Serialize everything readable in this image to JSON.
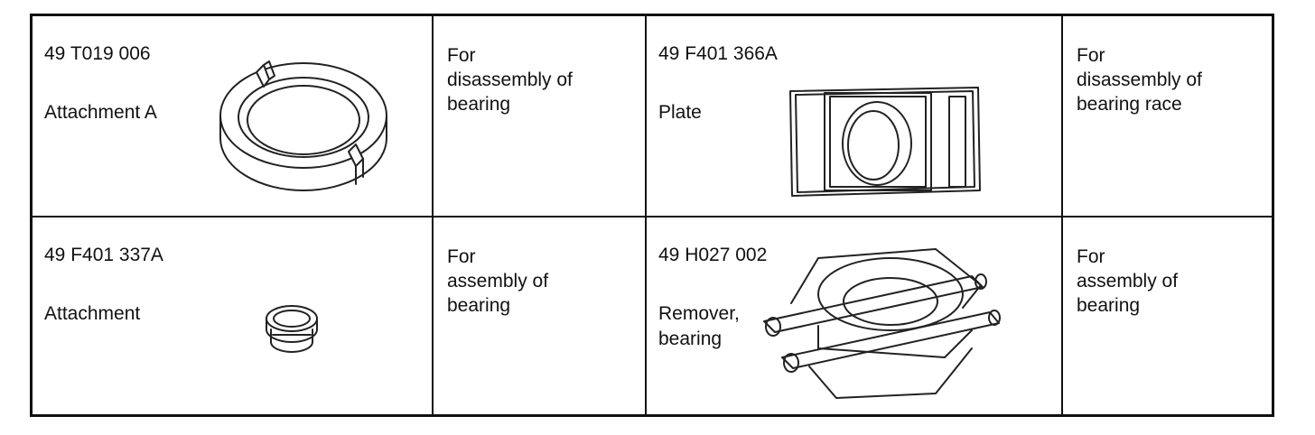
{
  "tools": [
    {
      "number": "49 T019 006",
      "name": "Attachment A",
      "use": "For\ndisassembly of\nbearing"
    },
    {
      "number": "49 F401 366A",
      "name": "Plate",
      "use": "For\ndisassembly of\nbearing race"
    },
    {
      "number": "49 F401 337A",
      "name": "Attachment",
      "use": "For\nassembly of\nbearing"
    },
    {
      "number": "49 H027 002",
      "name": "Remover,\nbearing",
      "use": "For\nassembly of\nbearing"
    }
  ],
  "icons": {
    "tool1": "split-ring-attachment-icon",
    "tool2": "plate-icon",
    "tool3": "small-attachment-icon",
    "tool4": "bearing-remover-icon"
  }
}
